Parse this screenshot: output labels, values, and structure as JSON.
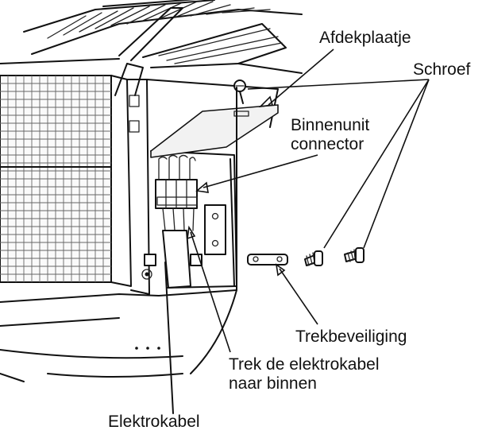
{
  "labels": {
    "cover_plate": "Afdekplaatje",
    "screw": "Schroef",
    "indoor_connector_line1": "Binnenunit",
    "indoor_connector_line2": "connector",
    "strain_relief": "Trekbeveiliging",
    "pull_cable_line1": "Trek de elektrokabel",
    "pull_cable_line2": "naar binnen",
    "power_cable": "Elektrokabel"
  }
}
